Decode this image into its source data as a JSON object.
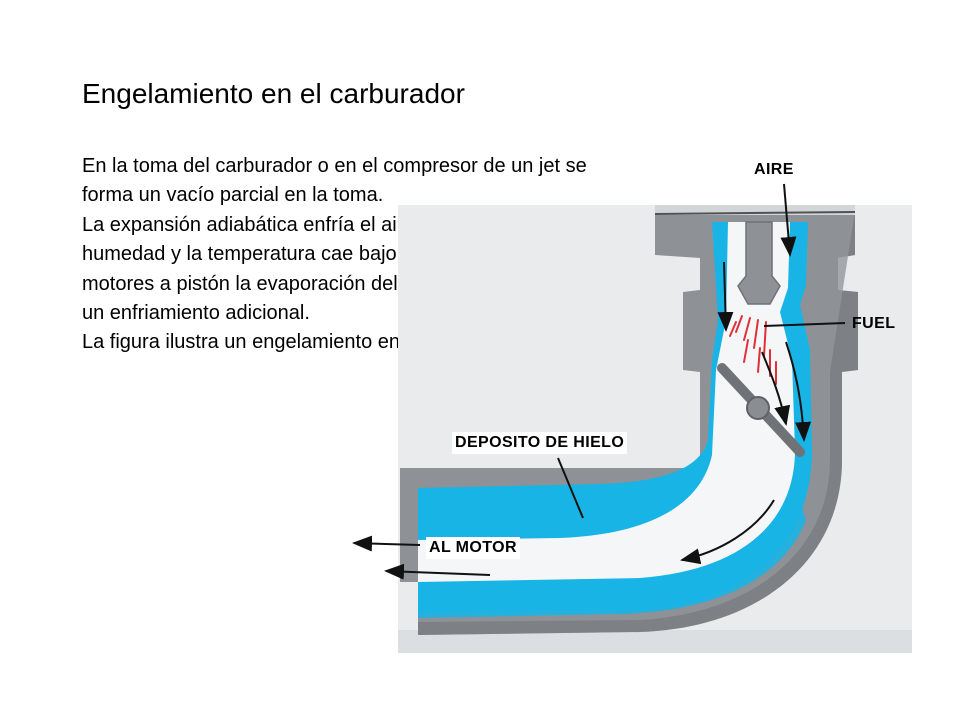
{
  "title": "Engelamiento en el carburador",
  "body_paragraphs": [
    "En la toma del carburador o en el compresor de un jet se forma un vacío parcial en la toma.",
    "La expansión adiabática enfría el aire y si hay suficiente humedad y la temperatura cae bajo cero se forma hielo. En motores a pistón la evaporación del combustible produce un enfriamiento adicional.",
    "La figura ilustra un engelamiento en el carburador."
  ],
  "figure_labels": {
    "air": "AIRE",
    "fuel": "FUEL",
    "ice_deposit": "DEPOSITO DE HIELO",
    "to_engine": "AL MOTOR"
  },
  "colors": {
    "housing": "#8e9196",
    "housing_dark": "#6f7277",
    "ice": "#19b4e6",
    "airflow": "#f4f6f7",
    "background_photo": "#e9ebec",
    "fuel_spray": "#e0303a",
    "butterfly_valve": "#8a8e93"
  }
}
